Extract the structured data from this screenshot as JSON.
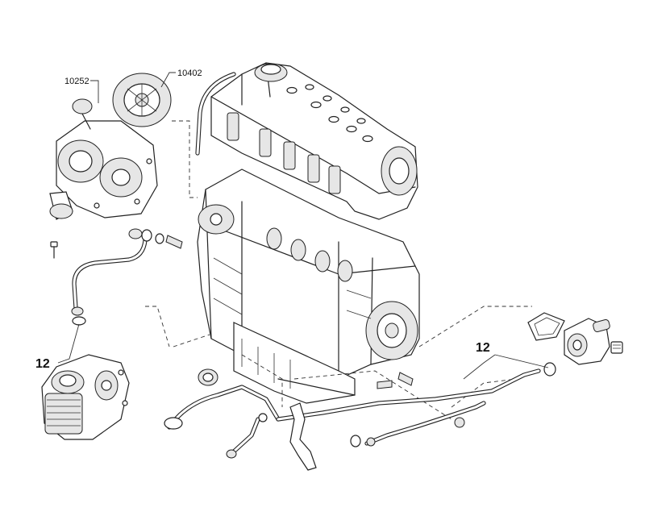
{
  "labels": {
    "part_10252": "10252",
    "part_10402": "10402",
    "part_12_left": "12",
    "part_12_right": "12"
  }
}
